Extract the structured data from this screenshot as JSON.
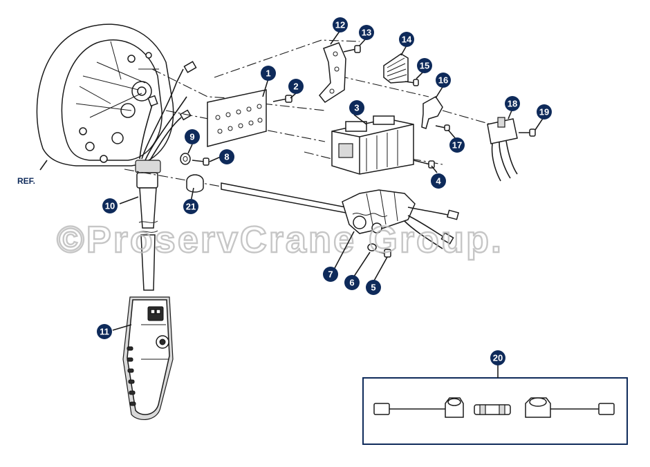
{
  "watermark": "©ProservCrane Group.",
  "ref_label": "REF.",
  "callouts": [
    "1",
    "2",
    "3",
    "4",
    "5",
    "6",
    "7",
    "8",
    "9",
    "10",
    "11",
    "12",
    "13",
    "14",
    "15",
    "16",
    "17",
    "18",
    "19",
    "20",
    "21"
  ],
  "colors": {
    "callout_fill": "#0e2a5a",
    "callout_text": "#ffffff",
    "line": "#1a1a1a",
    "watermark": "#bdbdbd"
  }
}
